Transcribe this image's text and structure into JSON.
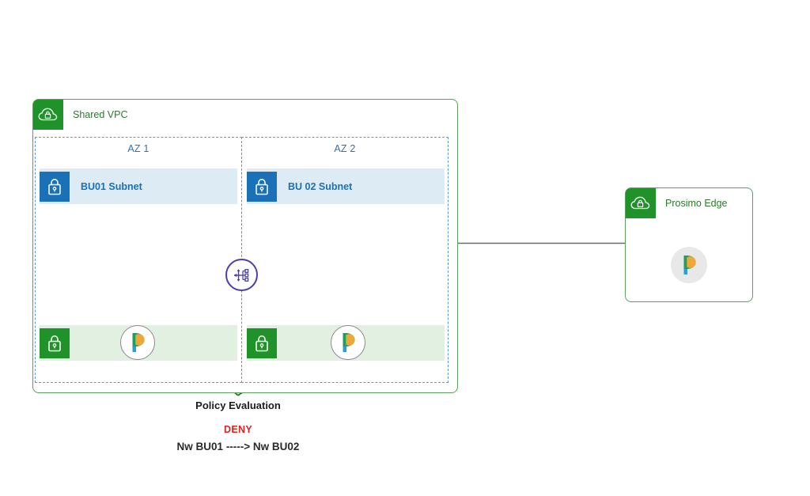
{
  "diagram": {
    "title": "Prosimo Shared VPC policy evaluation diagram",
    "colors": {
      "green_accent": "#1f9229",
      "green_border": "#5aa35a",
      "green_text": "#2c7a2c",
      "blue_accent": "#1a71b8",
      "blue_subnet_bg": "#dcebf4",
      "blue_dashed": "#5b9bd5",
      "green_row_bg": "#e2f0e1",
      "router_purple": "#4b3fa8",
      "deny_red": "#e0231d",
      "arrow_green": "#2d7a2d",
      "arrow_gray": "#6b6b6b"
    }
  },
  "vpc": {
    "title": "Shared VPC",
    "cloud_icon": "cloud-lock-icon",
    "azs": [
      {
        "label": "AZ 1",
        "subnet": {
          "label": "BU01 Subnet",
          "icon": "lock-icon"
        },
        "edge": {
          "icon": "lock-icon",
          "node_icon": "prosimo-logo-icon"
        }
      },
      {
        "label": "AZ 2",
        "subnet": {
          "label": "BU 02 Subnet",
          "icon": "lock-icon"
        },
        "edge": {
          "icon": "lock-icon",
          "node_icon": "prosimo-logo-icon"
        }
      }
    ],
    "router": {
      "icon": "router-network-icon"
    }
  },
  "prosimo_edge": {
    "title": "Prosimo Edge",
    "cloud_icon": "cloud-lock-icon",
    "logo_icon": "prosimo-logo-icon"
  },
  "policy": {
    "heading": "Policy Evaluation",
    "decision": "DENY",
    "flow": "Nw BU01 -----> Nw BU02"
  }
}
